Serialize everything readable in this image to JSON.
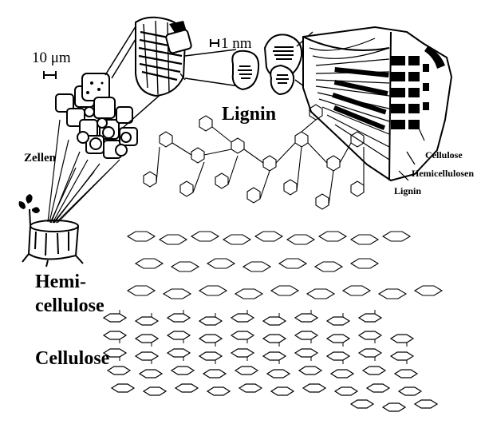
{
  "labels": {
    "scale_cell": "10 μm",
    "scale_fibril": "1 nm",
    "lignin_title": "Lignin",
    "cells": "Zellen",
    "cellulose_small": "Cellulose",
    "hemicellulose_small": "Hemicellulosen",
    "lignin_small": "Lignin",
    "hemicellulose_big_line1": "Hemi-",
    "hemicellulose_big_line2": "cellulose",
    "cellulose_big": "Cellulose"
  }
}
